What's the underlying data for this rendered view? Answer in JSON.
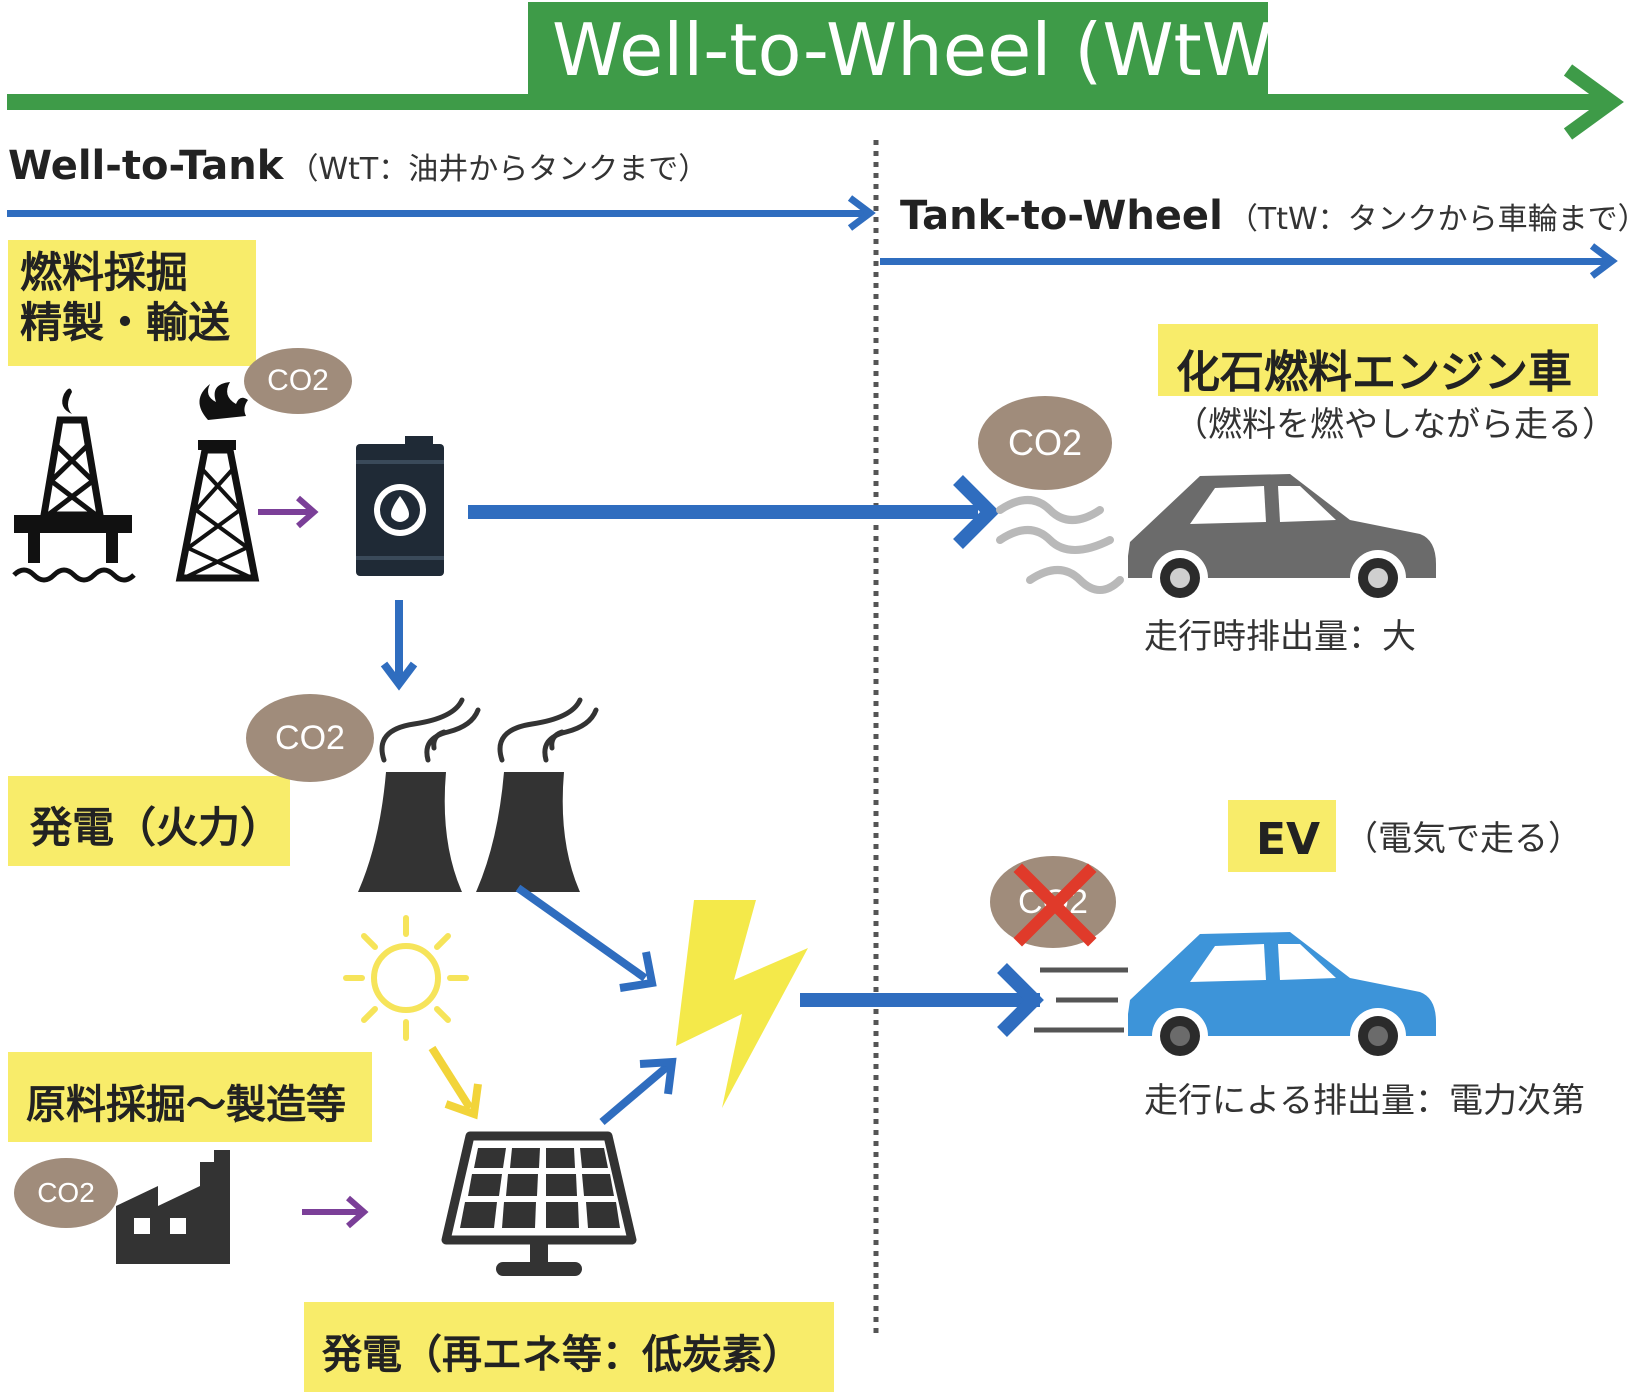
{
  "header": {
    "title": "Well-to-Wheel (WtW)"
  },
  "wtt": {
    "label": "Well-to-Tank",
    "sub": "（WtT：油井からタンクまで）"
  },
  "ttw": {
    "label": "Tank-to-Wheel",
    "sub": "（TtW：タンクから車輪まで）"
  },
  "boxes": {
    "mining_line1": "燃料採掘",
    "mining_line2": "精製・輸送",
    "thermal": "発電（火力）",
    "materials": "原料採掘～製造等",
    "renewable": "発電（再エネ等：低炭素）",
    "fossil_car": "化石燃料エンジン車",
    "ev": "EV"
  },
  "notes": {
    "fossil_sub": "（燃料を燃やしながら走る）",
    "fossil_emission": "走行時排出量：大",
    "ev_sub": "（電気で走る）",
    "ev_emission": "走行による排出量：電力次第"
  },
  "co2_label": "CO2",
  "colors": {
    "green": "#3e9b48",
    "blue": "#2f6dbf",
    "purple": "#7b3f98",
    "yellow_box": "#f8ec6a",
    "co2_bubble": "#a08c7b",
    "car_gray": "#6b6b6b",
    "car_blue": "#3d94d9",
    "icon_dark": "#333333",
    "lightning": "#f4e94a",
    "sun": "#f6e45a",
    "cross_red": "#e03a2a"
  }
}
